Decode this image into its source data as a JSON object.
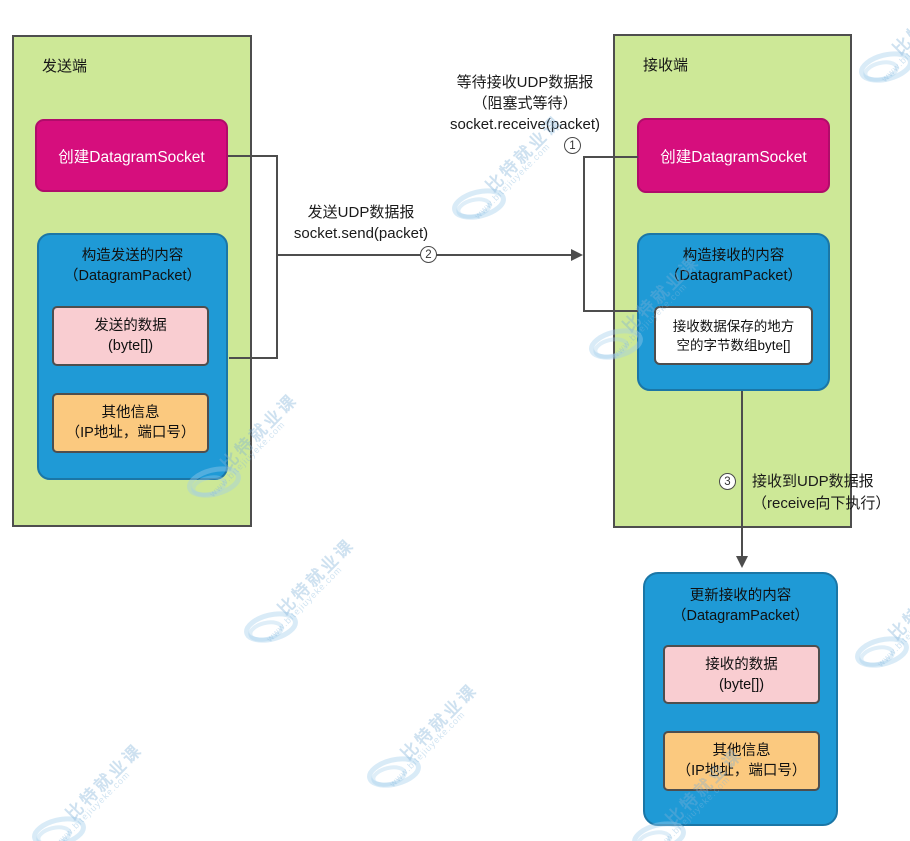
{
  "colors": {
    "green": "#cde897",
    "green-border": "#4e4e4e",
    "magenta": "#d60e7d",
    "magenta-border": "#b00c6a",
    "blue": "#1f9ad6",
    "blue-border": "#1b76a6",
    "pink": "#f9cdd1",
    "orange": "#fbc97f",
    "box-border": "#4e4e4e",
    "line": "#4d4d4d",
    "text": "#1b1b1b"
  },
  "sender": {
    "title": "发送端",
    "create_socket": "创建DatagramSocket",
    "packet_title": "构造发送的内容",
    "packet_subtitle": "（DatagramPacket）",
    "data_line1": "发送的数据",
    "data_line2": "(byte[])",
    "info_line1": "其他信息",
    "info_line2": "（IP地址，端口号）"
  },
  "receiver": {
    "title": "接收端",
    "create_socket": "创建DatagramSocket",
    "packet_title": "构造接收的内容",
    "packet_subtitle": "（DatagramPacket）",
    "buffer_line1": "接收数据保存的地方",
    "buffer_line2": "空的字节数组byte[]"
  },
  "result": {
    "title": "更新接收的内容",
    "subtitle": "（DatagramPacket）",
    "data_line1": "接收的数据",
    "data_line2": "(byte[])",
    "info_line1": "其他信息",
    "info_line2": "（IP地址，端口号）"
  },
  "flow": {
    "wait": {
      "line1": "等待接收UDP数据报",
      "line2": "（阻塞式等待）",
      "line3": "socket.receive(packet)",
      "step": "1"
    },
    "send": {
      "line1": "发送UDP数据报",
      "line2": "socket.send(packet)",
      "step": "2"
    },
    "receive_done": {
      "line1": "接收到UDP数据报",
      "line2": "（receive向下执行）",
      "step": "3"
    }
  },
  "watermark": {
    "text": "比特就业课",
    "url": "www.bitejiuyeke.com"
  }
}
